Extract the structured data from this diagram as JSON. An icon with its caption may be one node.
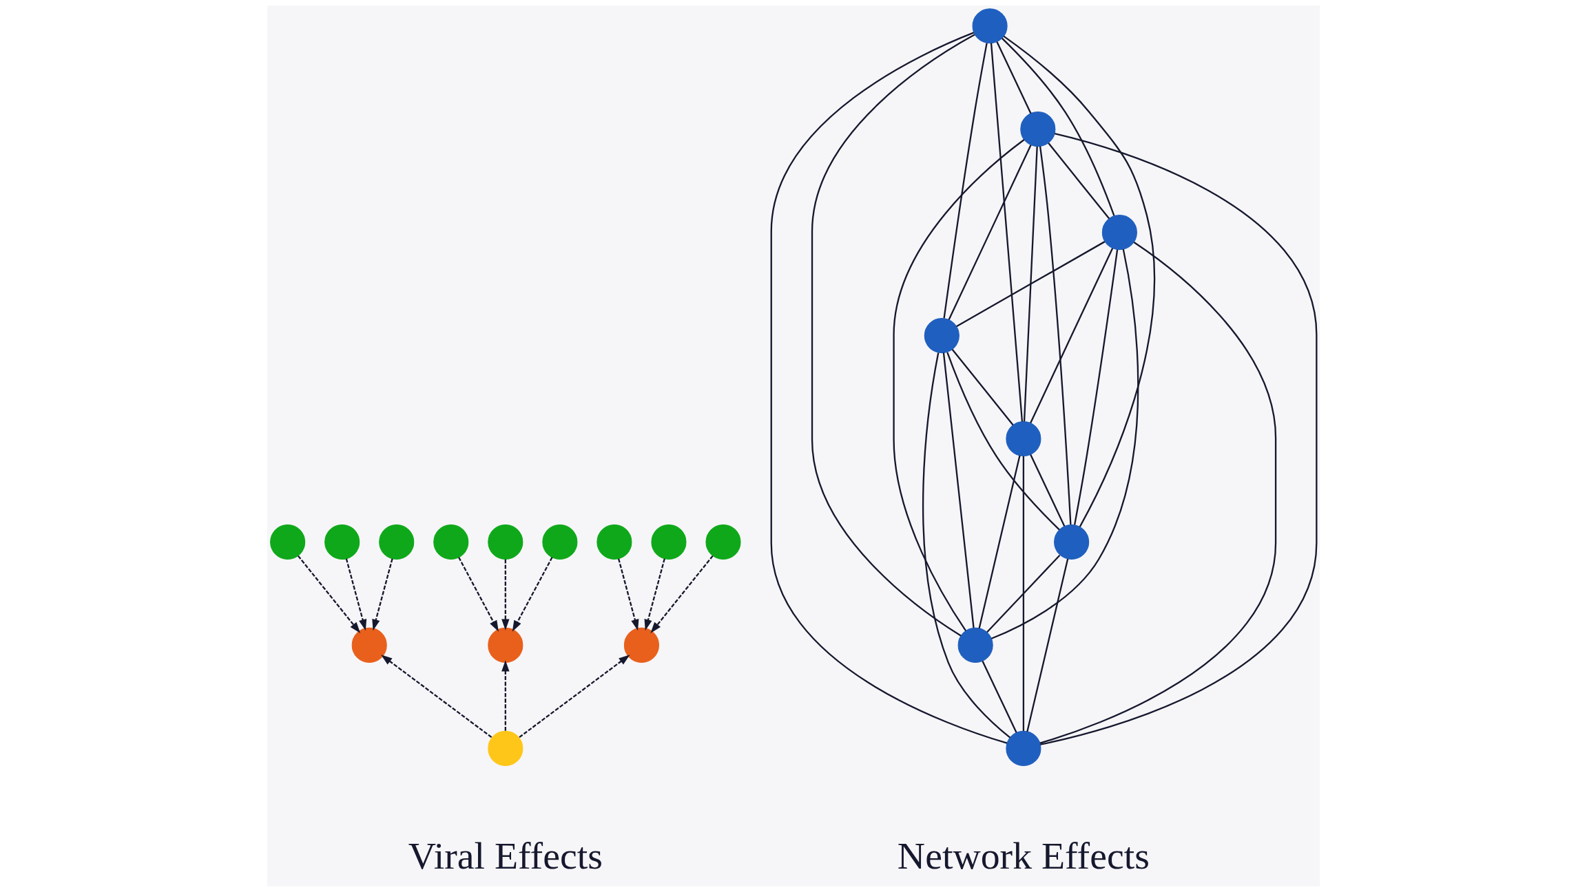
{
  "diagram": {
    "nodes": [
      {
        "text": [],
        "shape": "circle"
      },
      {
        "text": [],
        "shape": "circle"
      },
      {
        "text": [],
        "shape": "circle"
      },
      {
        "text": [],
        "shape": "circle"
      },
      {
        "text": [],
        "shape": "circle"
      },
      {
        "text": [],
        "shape": "circle"
      },
      {
        "text": [],
        "shape": "circle"
      },
      {
        "text": [],
        "shape": "circle"
      },
      {
        "text": [],
        "shape": "circle"
      },
      {
        "text": [],
        "shape": "circle"
      },
      {
        "text": [],
        "shape": "circle"
      },
      {
        "text": [],
        "shape": "circle"
      },
      {
        "text": [],
        "shape": "circle"
      },
      {
        "text": [],
        "shape": "circle"
      },
      {
        "text": [],
        "shape": "circle"
      },
      {
        "text": [],
        "shape": "circle"
      },
      {
        "text": [],
        "shape": "circle"
      },
      {
        "text": [],
        "shape": "circle"
      },
      {
        "text": [],
        "shape": "circle"
      },
      {
        "text": [],
        "shape": "circle"
      },
      {
        "text": [],
        "shape": "circle"
      }
    ],
    "edges": [
      {
        "from": 0,
        "to": 9,
        "arrow": "to",
        "style": "dashed"
      },
      {
        "from": 1,
        "to": 9,
        "arrow": "to",
        "style": "dashed"
      },
      {
        "from": 2,
        "to": 9,
        "arrow": "to",
        "style": "dashed"
      },
      {
        "from": 3,
        "to": 10,
        "arrow": "to",
        "style": "dashed"
      },
      {
        "from": 4,
        "to": 10,
        "arrow": "to",
        "style": "dashed"
      },
      {
        "from": 5,
        "to": 10,
        "arrow": "to",
        "style": "dashed"
      },
      {
        "from": 6,
        "to": 11,
        "arrow": "to",
        "style": "dashed"
      },
      {
        "from": 7,
        "to": 11,
        "arrow": "to",
        "style": "dashed"
      },
      {
        "from": 8,
        "to": 11,
        "arrow": "to",
        "style": "dashed"
      },
      {
        "from": 12,
        "to": 9,
        "arrow": "to",
        "style": "dashed"
      },
      {
        "from": 12,
        "to": 10,
        "arrow": "to",
        "style": "dashed"
      },
      {
        "from": 12,
        "to": 11,
        "arrow": "to",
        "style": "dashed"
      },
      {
        "from": 13,
        "to": 14,
        "arrow": "none"
      },
      {
        "from": 13,
        "to": 15,
        "arrow": "none"
      },
      {
        "from": 13,
        "to": 16,
        "arrow": "none"
      },
      {
        "from": 13,
        "to": 17,
        "arrow": "none"
      },
      {
        "from": 13,
        "to": 18,
        "arrow": "none"
      },
      {
        "from": 13,
        "to": 19,
        "arrow": "none"
      },
      {
        "from": 13,
        "to": 20,
        "arrow": "none"
      },
      {
        "from": 14,
        "to": 15,
        "arrow": "none"
      },
      {
        "from": 14,
        "to": 16,
        "arrow": "none"
      },
      {
        "from": 14,
        "to": 17,
        "arrow": "none"
      },
      {
        "from": 14,
        "to": 18,
        "arrow": "none"
      },
      {
        "from": 14,
        "to": 19,
        "arrow": "none"
      },
      {
        "from": 14,
        "to": 20,
        "arrow": "none"
      },
      {
        "from": 15,
        "to": 16,
        "arrow": "none"
      },
      {
        "from": 15,
        "to": 17,
        "arrow": "none"
      },
      {
        "from": 15,
        "to": 18,
        "arrow": "none"
      },
      {
        "from": 15,
        "to": 19,
        "arrow": "none"
      },
      {
        "from": 15,
        "to": 20,
        "arrow": "none"
      },
      {
        "from": 16,
        "to": 17,
        "arrow": "none"
      },
      {
        "from": 16,
        "to": 18,
        "arrow": "none"
      },
      {
        "from": 16,
        "to": 19,
        "arrow": "none"
      },
      {
        "from": 16,
        "to": 20,
        "arrow": "none"
      },
      {
        "from": 17,
        "to": 18,
        "arrow": "none"
      },
      {
        "from": 17,
        "to": 19,
        "arrow": "none"
      },
      {
        "from": 17,
        "to": 20,
        "arrow": "none"
      },
      {
        "from": 18,
        "to": 19,
        "arrow": "none"
      },
      {
        "from": 18,
        "to": 20,
        "arrow": "none"
      },
      {
        "from": 19,
        "to": 20,
        "arrow": "none"
      }
    ],
    "labels": [
      "Viral Effects",
      "Network Effects"
    ]
  }
}
